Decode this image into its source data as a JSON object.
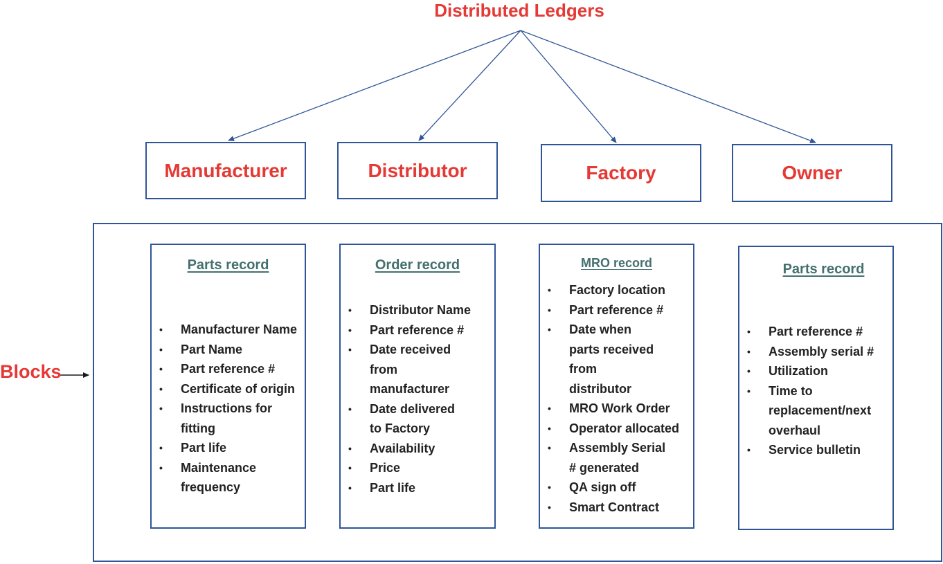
{
  "diagram": {
    "root": {
      "label": "Distributed Ledgers",
      "color": "#e53935"
    },
    "entities": [
      {
        "id": "manufacturer",
        "label": "Manufacturer"
      },
      {
        "id": "distributor",
        "label": "Distributor"
      },
      {
        "id": "factory",
        "label": "Factory"
      },
      {
        "id": "owner",
        "label": "Owner"
      }
    ],
    "blocks_label": "Blocks",
    "records": [
      {
        "title": "Parts record",
        "items": [
          "Manufacturer Name",
          "Part Name",
          "Part reference #",
          "Certificate of origin",
          "Instructions for fitting",
          "Part life",
          "Maintenance frequency"
        ]
      },
      {
        "title": "Order record",
        "items": [
          "Distributor Name",
          "Part reference #",
          "Date received from manufacturer",
          "Date delivered to Factory",
          "Availability",
          "Price",
          "Part life"
        ]
      },
      {
        "title": "MRO record",
        "items": [
          "Factory location",
          "Part reference #",
          "Date when parts received from distributor",
          "MRO Work Order",
          "Operator allocated",
          "Assembly Serial # generated",
          "QA sign off",
          "Smart Contract"
        ]
      },
      {
        "title": "Parts record",
        "items": [
          "Part reference #",
          "Assembly serial #",
          "Utilization",
          "Time to replacement/next overhaul",
          "Service bulletin"
        ]
      }
    ],
    "colors": {
      "border": "#2f5597",
      "accent_text": "#e53935",
      "record_title": "#44706f"
    }
  }
}
